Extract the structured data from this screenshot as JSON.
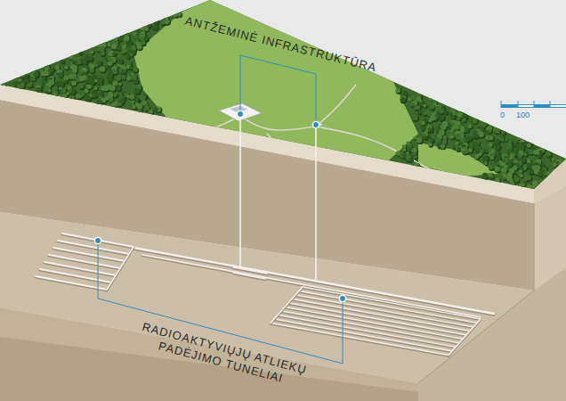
{
  "diagram": {
    "labels": [
      "ANTŽEMINĖ INFRASTRUKTŪRA",
      "RADIOAKTYVIŲJŲ ATLIEKŲ PADĖJIMO TUNELIAI",
      "0",
      "100"
    ]
  }
}
